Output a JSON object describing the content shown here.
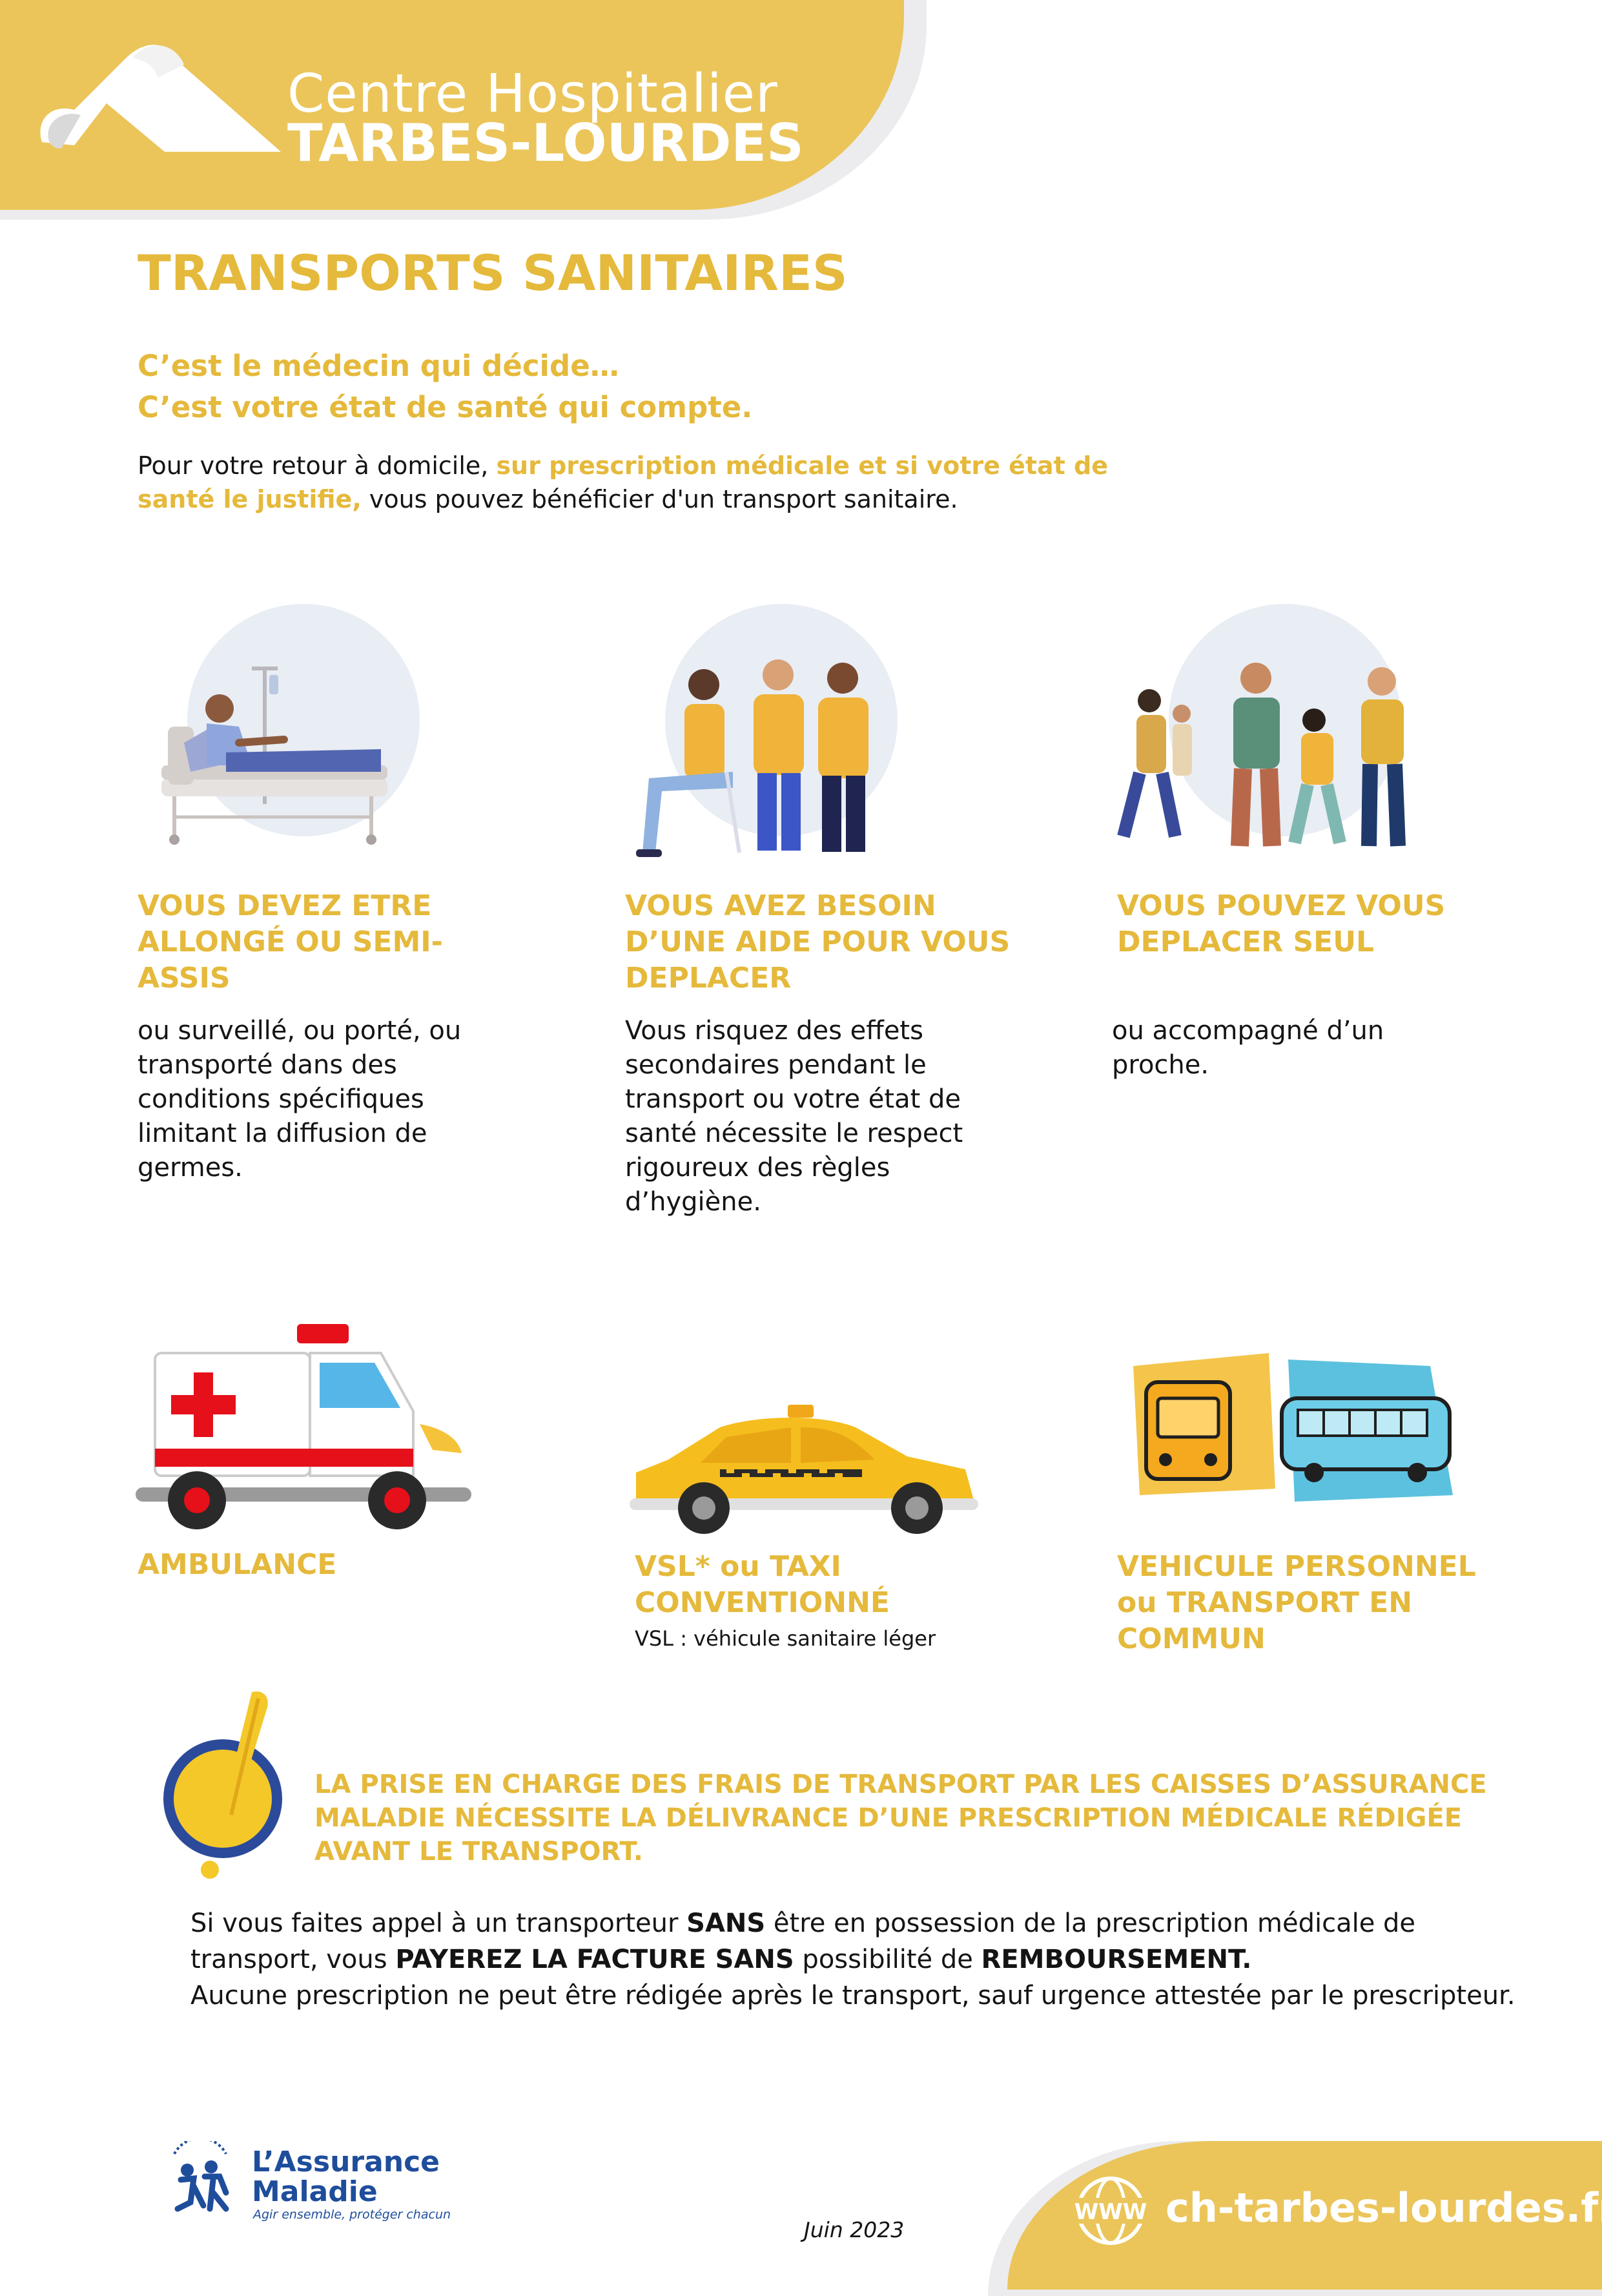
{
  "header": {
    "brand_line1": "Centre Hospitalier",
    "brand_line2": "TARBES-LOURDES"
  },
  "title": "TRANSPORTS SANITAIRES",
  "intro": {
    "line1": "C’est le médecin qui décide…",
    "line2": "C’est votre état de santé qui compte.",
    "para_start": "Pour votre retour à domicile, ",
    "para_highlight": "sur prescription médicale et si votre état de santé le justifie,",
    "para_end": " vous pouvez bénéficier d'un transport sanitaire."
  },
  "columns": [
    {
      "title": "VOUS DEVEZ ETRE ALLONGÉ OU SEMI-ASSIS",
      "text": "ou surveillé, ou porté, ou transporté dans des conditions spécifiques limitant la diffusion de germes."
    },
    {
      "title": "VOUS AVEZ BESOIN D’UNE AIDE POUR VOUS DEPLACER",
      "text": "Vous risquez des effets secondaires pendant le transport ou votre état de santé nécessite le respect rigoureux des règles d’hygiène."
    },
    {
      "title": "VOUS POUVEZ VOUS DEPLACER SEUL",
      "text": "ou accompagné d’un proche."
    }
  ],
  "vehicles": [
    {
      "title": "AMBULANCE"
    },
    {
      "title": "VSL* ou TAXI CONVENTIONNÉ",
      "note": "VSL : véhicule sanitaire léger"
    },
    {
      "title": "VEHICULE PERSONNEL ou TRANSPORT EN COMMUN"
    }
  ],
  "warning": {
    "text": "LA PRISE EN CHARGE DES FRAIS DE TRANSPORT PAR LES CAISSES D’ASSURANCE MALADIE NÉCESSITE LA DÉLIVRANCE D’UNE PRESCRIPTION MÉDICALE RÉDIGÉE AVANT LE TRANSPORT.",
    "p1_a": "Si vous faites appel à un transporteur ",
    "p1_b": "SANS",
    "p1_c": " être en possession de la prescription médicale de transport, vous ",
    "p1_d": "PAYEREZ LA FACTURE SANS",
    "p1_e": " possibilité de ",
    "p1_f": "REMBOURSEMENT.",
    "p2": "Aucune prescription ne peut être rédigée après le transport, sauf urgence attestée par le prescripteur."
  },
  "footer": {
    "am_name1": "L’Assurance",
    "am_name2": "Maladie",
    "am_tagline": "Agir ensemble, protéger chacun",
    "date": "Juin 2023",
    "www": "WWW",
    "site": "ch-tarbes-lourdes.fr"
  },
  "colors": {
    "accent_yellow": "#E5B93B",
    "band_yellow": "#EBC55A",
    "am_blue": "#1E4D9C"
  }
}
